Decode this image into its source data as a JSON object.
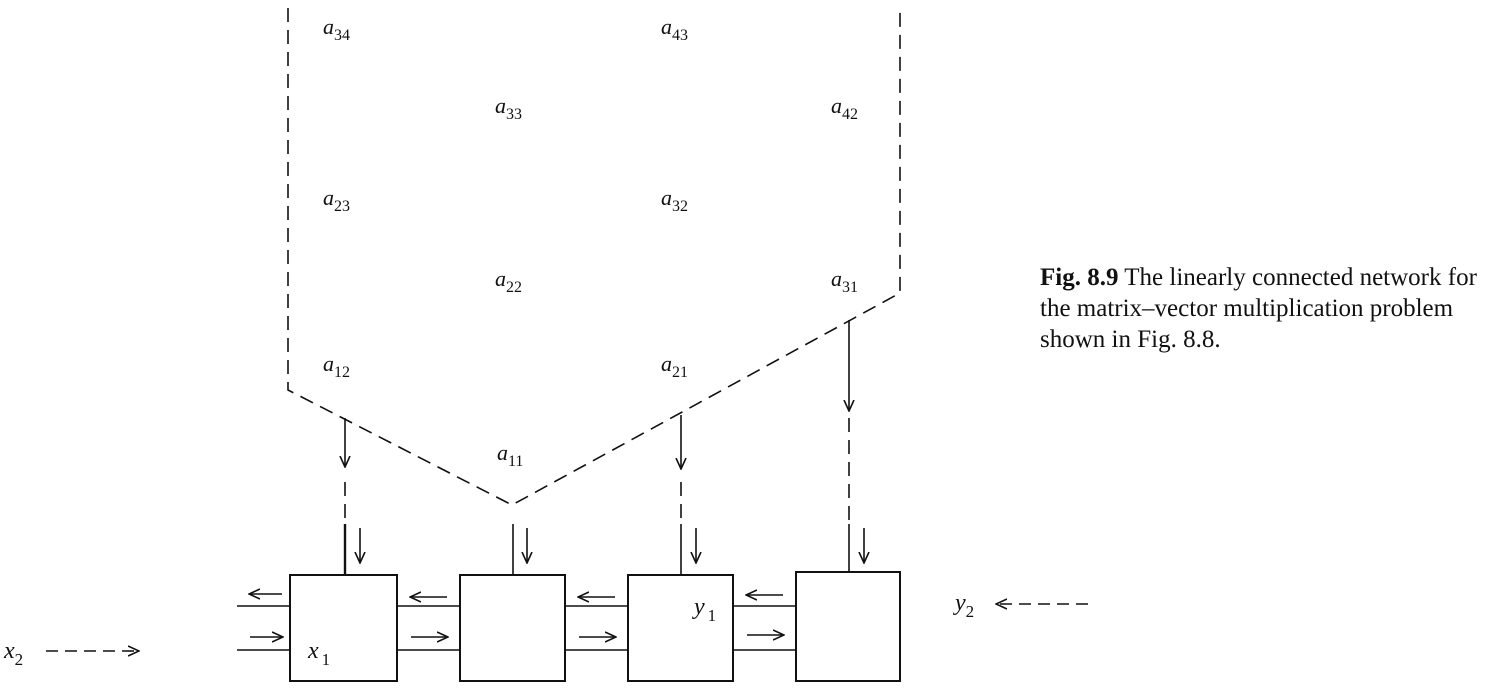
{
  "matrix_elements": [
    {
      "main": "a",
      "sub": "34"
    },
    {
      "main": "a",
      "sub": "43"
    },
    {
      "main": "a",
      "sub": "33"
    },
    {
      "main": "a",
      "sub": "42"
    },
    {
      "main": "a",
      "sub": "23"
    },
    {
      "main": "a",
      "sub": "32"
    },
    {
      "main": "a",
      "sub": "22"
    },
    {
      "main": "a",
      "sub": "31"
    },
    {
      "main": "a",
      "sub": "12"
    },
    {
      "main": "a",
      "sub": "21"
    },
    {
      "main": "a",
      "sub": "11"
    }
  ],
  "variables": {
    "x1": {
      "main": "x",
      "sub": "1"
    },
    "y1": {
      "main": "y",
      "sub": "1"
    },
    "x2": {
      "main": "x",
      "sub": "2"
    },
    "y2": {
      "main": "y",
      "sub": "2"
    }
  },
  "caption": {
    "number": "Fig. 8.9",
    "text": "The linearly connected network for the matrix–vector multiplication problem shown in Fig. 8.8."
  }
}
